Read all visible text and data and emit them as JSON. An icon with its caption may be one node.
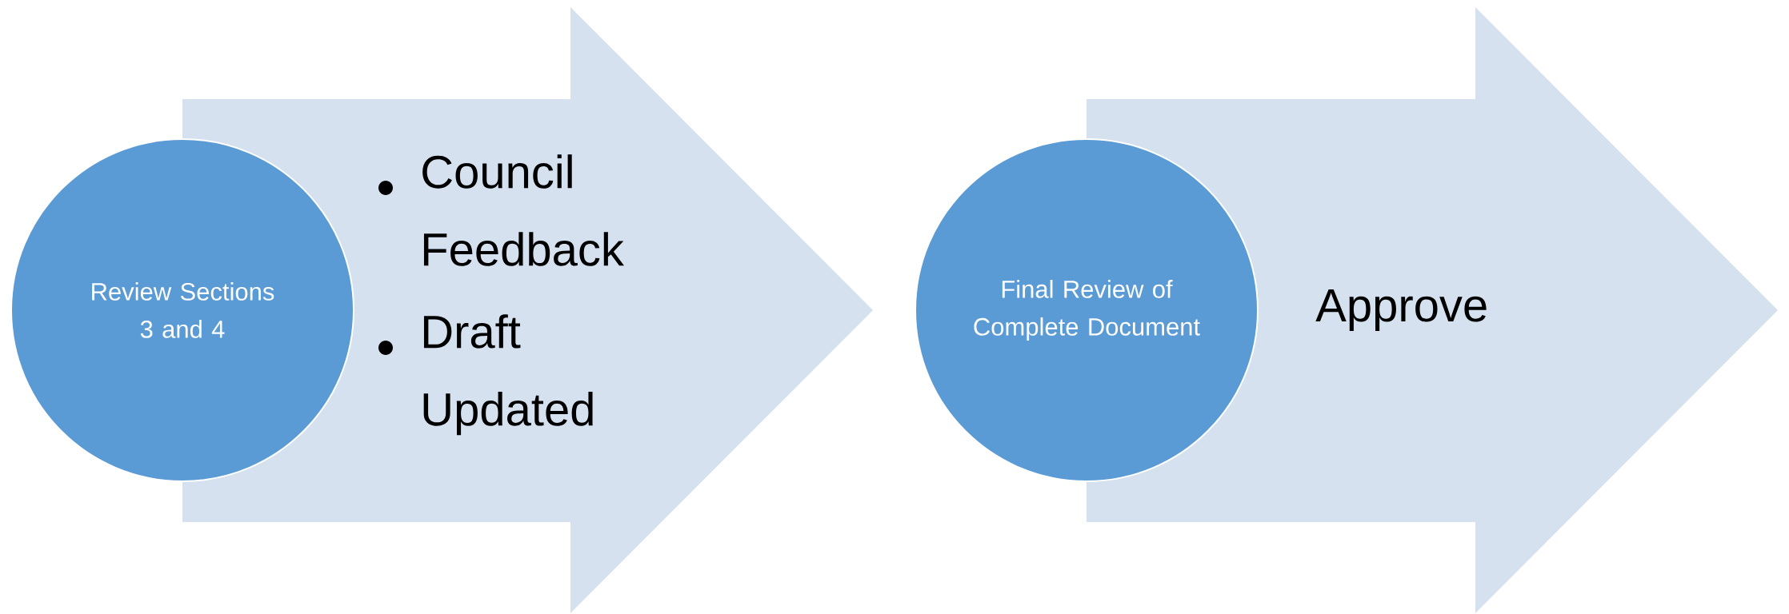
{
  "diagram": {
    "nodes": [
      {
        "text": [
          "Review Sections 3 and 4"
        ]
      },
      {
        "text": [
          "Council Feedback",
          "Draft Updated"
        ]
      },
      {
        "text": [
          "Final  Review of Complete Document"
        ]
      },
      {
        "text": [
          "Approve"
        ]
      }
    ]
  }
}
